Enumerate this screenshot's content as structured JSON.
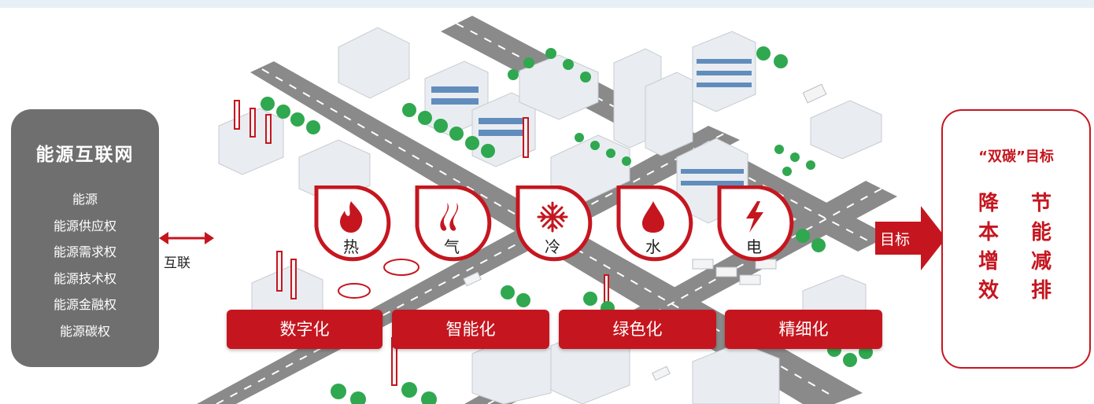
{
  "left_panel": {
    "title": "能源互联网",
    "items": [
      "能源",
      "能源供应权",
      "能源需求权",
      "能源技术权",
      "能源金融权",
      "能源碳权"
    ]
  },
  "link_label": "互联",
  "icons": [
    {
      "label": "热",
      "icon": "fire-icon"
    },
    {
      "label": "气",
      "icon": "gas-flame-icon"
    },
    {
      "label": "冷",
      "icon": "snowflake-icon"
    },
    {
      "label": "水",
      "icon": "water-drop-icon"
    },
    {
      "label": "电",
      "icon": "lightning-icon"
    }
  ],
  "bars": [
    "数字化",
    "智能化",
    "绿色化",
    "精细化"
  ],
  "target_label": "目标",
  "right_panel": {
    "title": "“双碳”目标",
    "col1": [
      "降",
      "本",
      "增",
      "效"
    ],
    "col2": [
      "节",
      "能",
      "减",
      "排"
    ]
  },
  "colors": {
    "accent": "#c5161f",
    "panel_gray": "#6f6f6f",
    "road": "#8a8a8a",
    "tree": "#2fa84f",
    "building": "#e9edf1"
  }
}
